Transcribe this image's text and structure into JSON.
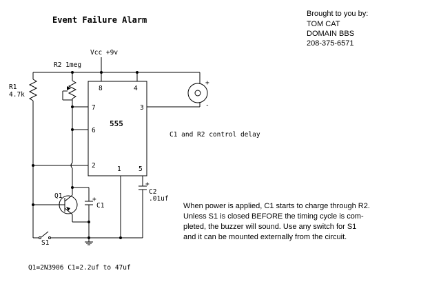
{
  "title": "Event Failure Alarm",
  "credits": [
    "Brought to you by:",
    "TOM CAT",
    "DOMAIN BBS",
    "208-375-6571"
  ],
  "supply_label": "Vcc +9v",
  "components": {
    "r1": {
      "name": "R1",
      "value": "4.7k"
    },
    "r2": {
      "label": "R2 1meg"
    },
    "ic": {
      "name": "555"
    },
    "q1": {
      "name": "Q1"
    },
    "c1": {
      "name": "C1"
    },
    "c2": {
      "name": "C2",
      "value": ".01uf"
    },
    "s1": {
      "name": "S1"
    },
    "buzzer": {
      "plus": "+",
      "minus": "-"
    },
    "c2_polarity": "+",
    "c1_polarity": "+"
  },
  "pins": {
    "p8": "8",
    "p4": "4",
    "p7": "7",
    "p3": "3",
    "p6": "6",
    "p2": "2",
    "p1": "1",
    "p5": "5"
  },
  "note_delay": "C1 and R2 control delay",
  "description": [
    "When power is applied, C1 starts to charge through R2.",
    "Unless S1 is closed BEFORE the timing cycle  is com-",
    "pleted, the buzzer will sound. Use any switch for S1",
    "and it can be mounted externally from the circuit."
  ],
  "parts_note": "Q1=2N3906  C1=2.2uf to 47uf"
}
